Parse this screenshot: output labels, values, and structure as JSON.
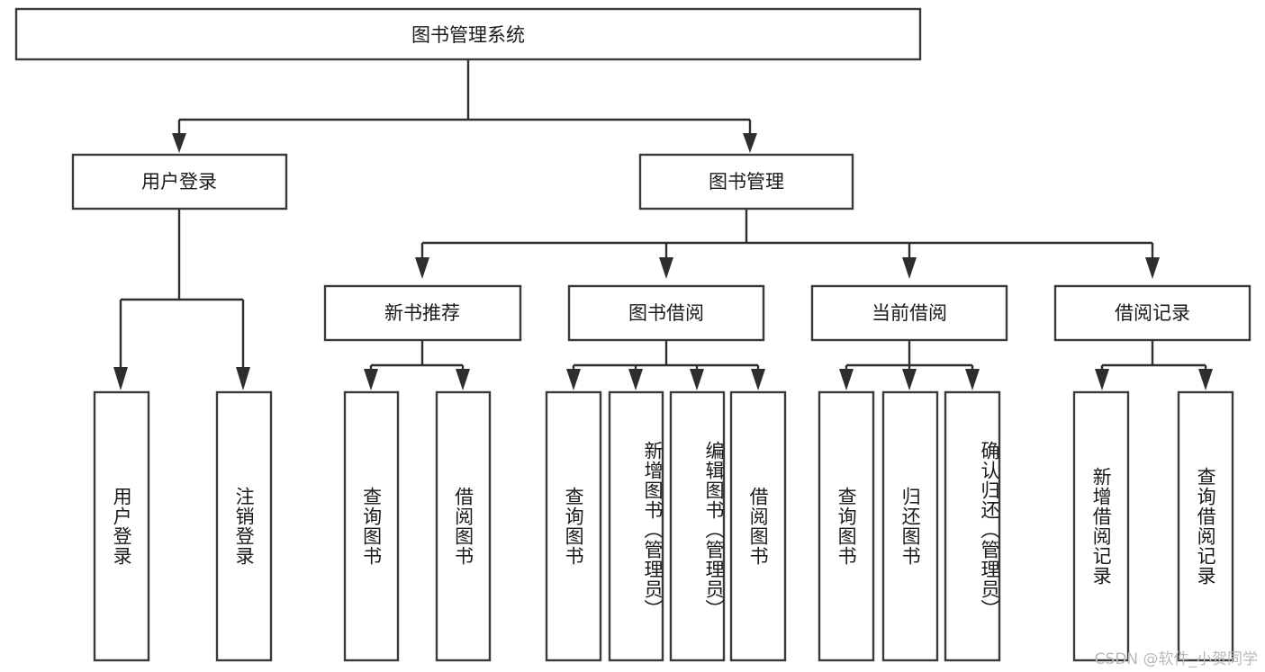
{
  "diagram": {
    "title": "图书管理系统",
    "type": "hierarchy-tree",
    "watermark": "CSDN @软件_小贺同学",
    "colors": {
      "box_stroke": "#3a3a3a",
      "connector": "#2e2e2e",
      "background": "#ffffff",
      "text": "#1a1a1a",
      "watermark": "#b9b9b9"
    },
    "root": {
      "label": "图书管理系统"
    },
    "level2": [
      {
        "id": "user-login",
        "label": "用户登录"
      },
      {
        "id": "book-manage",
        "label": "图书管理"
      }
    ],
    "level3": [
      {
        "id": "new-book-recommend",
        "label": "新书推荐",
        "parent": "book-manage"
      },
      {
        "id": "book-borrow",
        "label": "图书借阅",
        "parent": "book-manage"
      },
      {
        "id": "current-borrow",
        "label": "当前借阅",
        "parent": "book-manage"
      },
      {
        "id": "borrow-record",
        "label": "借阅记录",
        "parent": "book-manage"
      }
    ],
    "leaves": [
      {
        "id": "leaf-user-login",
        "label": "用户登录",
        "parent": "user-login"
      },
      {
        "id": "leaf-logout-login",
        "label": "注销登录",
        "parent": "user-login"
      },
      {
        "id": "leaf-query-book-1",
        "label": "查询图书",
        "parent": "new-book-recommend"
      },
      {
        "id": "leaf-borrow-book-1",
        "label": "借阅图书",
        "parent": "new-book-recommend"
      },
      {
        "id": "leaf-query-book-2",
        "label": "查询图书",
        "parent": "book-borrow"
      },
      {
        "id": "leaf-add-book",
        "label": "新增图书（管理员）",
        "parent": "book-borrow"
      },
      {
        "id": "leaf-edit-book",
        "label": "编辑图书（管理员）",
        "parent": "book-borrow"
      },
      {
        "id": "leaf-borrow-book-2",
        "label": "借阅图书",
        "parent": "book-borrow"
      },
      {
        "id": "leaf-query-book-3",
        "label": "查询图书",
        "parent": "current-borrow"
      },
      {
        "id": "leaf-return-book",
        "label": "归还图书",
        "parent": "current-borrow"
      },
      {
        "id": "leaf-confirm-return",
        "label": "确认归还（管理员）",
        "parent": "current-borrow"
      },
      {
        "id": "leaf-add-record",
        "label": "新增借阅记录",
        "parent": "borrow-record"
      },
      {
        "id": "leaf-query-record",
        "label": "查询借阅记录",
        "parent": "borrow-record"
      }
    ]
  }
}
